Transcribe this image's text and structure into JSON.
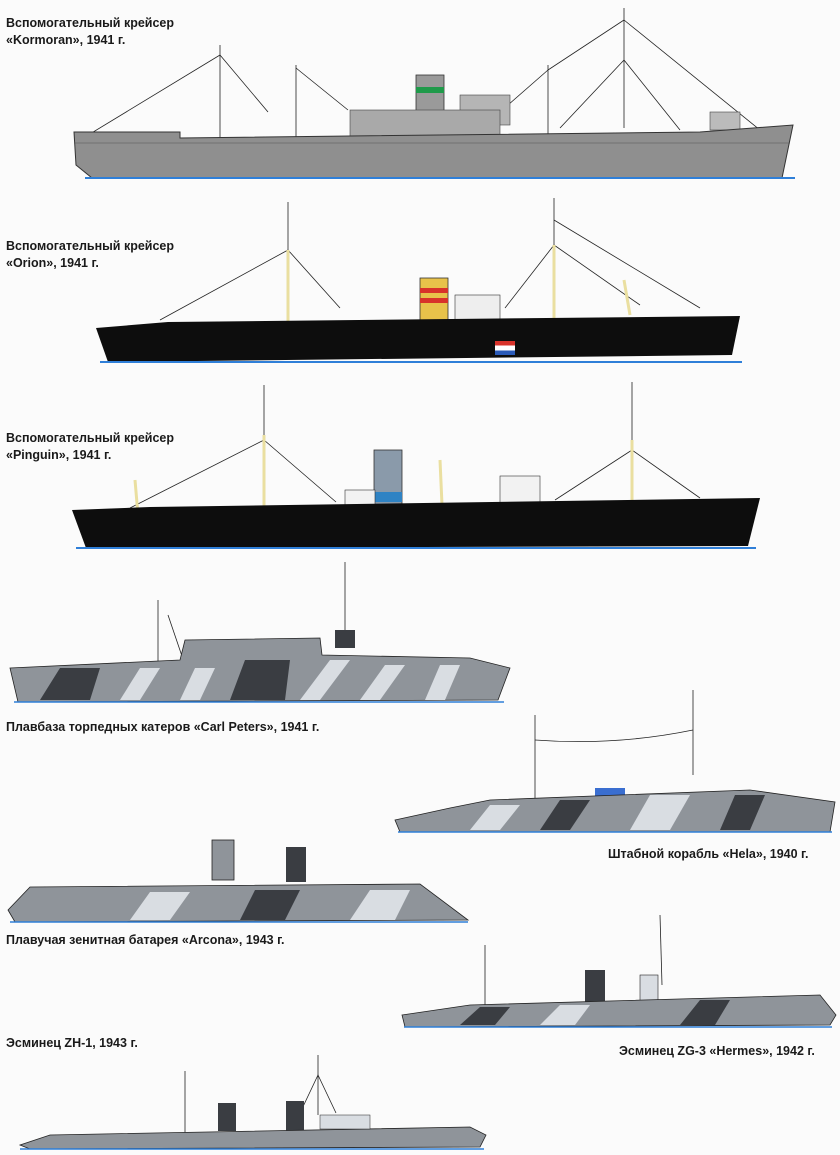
{
  "captions": {
    "kormoran": {
      "line1": "Вспомогательный крейсер",
      "line2": "«Kormoran», 1941 г."
    },
    "orion": {
      "line1": "Вспомогательный крейсер",
      "line2": "«Orion», 1941 г."
    },
    "pinguin": {
      "line1": "Вспомогательный крейсер",
      "line2": "«Pinguin», 1941 г."
    },
    "carl_peters": "Плавбаза торпедных катеров «Carl Peters», 1941 г.",
    "hela": "Штабной корабль «Hela», 1940 г.",
    "arcona": "Плавучая зенитная батарея «Arcona», 1943 г.",
    "zh1": "Эсминец ZH-1, 1943 г.",
    "zg3": "Эсминец ZG-3 «Hermes», 1942 г."
  },
  "colors": {
    "kormoran_hull": "#8f8f8f",
    "dark_hull": "#0d0d0d",
    "waterline": "#2f7fd8",
    "mast_yellow": "#eadfa0",
    "funnel_orion": "#e8c24a",
    "funnel_stripe_red": "#d8322a",
    "funnel_pinguin": "#8a9aaa",
    "funnel_band_blue": "#2f83c4",
    "funnel_band_green": "#1f9a4a",
    "camo_light": "#d9dde2",
    "camo_mid": "#8f949a",
    "camo_dark": "#3a3d42"
  }
}
